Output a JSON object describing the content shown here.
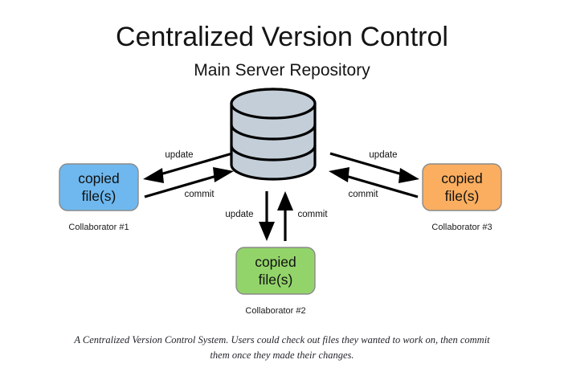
{
  "diagram": {
    "title": "Centralized Version Control",
    "subtitle": "Main Server Repository",
    "footnote_line1": "A Centralized Version Control System. Users could check out files they wanted to work on, then commit",
    "footnote_line2": "them once they made their changes.",
    "colors": {
      "background": "#ffffff",
      "server_fill": "#c3ced8",
      "collaborator1_fill": "#6eb8ef",
      "collaborator2_fill": "#93d46a",
      "collaborator3_fill": "#fbae5f",
      "stroke": "#000000",
      "box_stroke": "#8a8a8a",
      "text": "#111111"
    },
    "server": {
      "name": "Main Server Repository",
      "shape": "database-cylinder",
      "layers": 3
    },
    "nodes": [
      {
        "id": "collaborator-1",
        "line1": "copied",
        "line2": "file(s)",
        "caption": "Collaborator #1",
        "color": "#6eb8ef",
        "position": "left"
      },
      {
        "id": "collaborator-2",
        "line1": "copied",
        "line2": "file(s)",
        "caption": "Collaborator #2",
        "color": "#93d46a",
        "position": "bottom"
      },
      {
        "id": "collaborator-3",
        "line1": "copied",
        "line2": "file(s)",
        "caption": "Collaborator #3",
        "color": "#fbae5f",
        "position": "right"
      }
    ],
    "edges": [
      {
        "id": "left-update",
        "label": "update",
        "from": "server",
        "to": "collaborator-1",
        "side": "left"
      },
      {
        "id": "left-commit",
        "label": "commit",
        "from": "collaborator-1",
        "to": "server",
        "side": "left"
      },
      {
        "id": "center-update",
        "label": "update",
        "from": "server",
        "to": "collaborator-2",
        "side": "center"
      },
      {
        "id": "center-commit",
        "label": "commit",
        "from": "collaborator-2",
        "to": "server",
        "side": "center"
      },
      {
        "id": "right-update",
        "label": "update",
        "from": "server",
        "to": "collaborator-3",
        "side": "right"
      },
      {
        "id": "right-commit",
        "label": "commit",
        "from": "collaborator-3",
        "to": "server",
        "side": "right"
      }
    ]
  }
}
